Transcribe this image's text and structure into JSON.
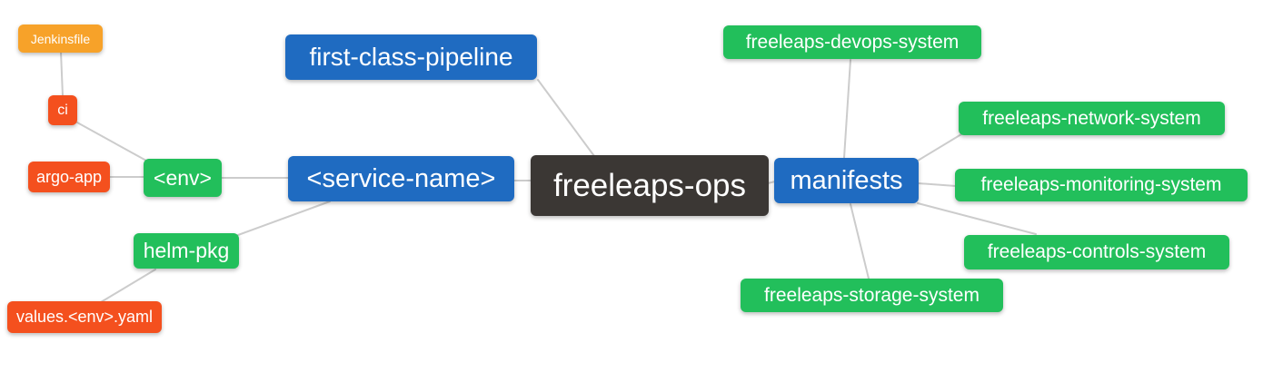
{
  "app": {
    "title": "freeleaps-ops mind map"
  },
  "palette": {
    "root_bg": "#3b3734",
    "branch_bg": "#1f6bc1",
    "leaf_green_bg": "#22bf5b",
    "leaf_red_bg": "#f4501e",
    "leaf_orange_bg": "#f7a229",
    "edge": "#cccccc",
    "text": "#ffffff",
    "background": "#ffffff"
  },
  "nodes": {
    "root": {
      "label": "freeleaps-ops"
    },
    "pipeline": {
      "label": "first-class-pipeline"
    },
    "service": {
      "label": "<service-name>"
    },
    "manifests": {
      "label": "manifests"
    },
    "env": {
      "label": "<env>"
    },
    "helm": {
      "label": "helm-pkg"
    },
    "ci": {
      "label": "ci"
    },
    "argo": {
      "label": "argo-app"
    },
    "values": {
      "label": "values.<env>.yaml"
    },
    "jenkinsfile": {
      "label": "Jenkinsfile"
    },
    "devops": {
      "label": "freeleaps-devops-system"
    },
    "network": {
      "label": "freeleaps-network-system"
    },
    "monitoring": {
      "label": "freeleaps-monitoring-system"
    },
    "controls": {
      "label": "freeleaps-controls-system"
    },
    "storage": {
      "label": "freeleaps-storage-system"
    }
  }
}
